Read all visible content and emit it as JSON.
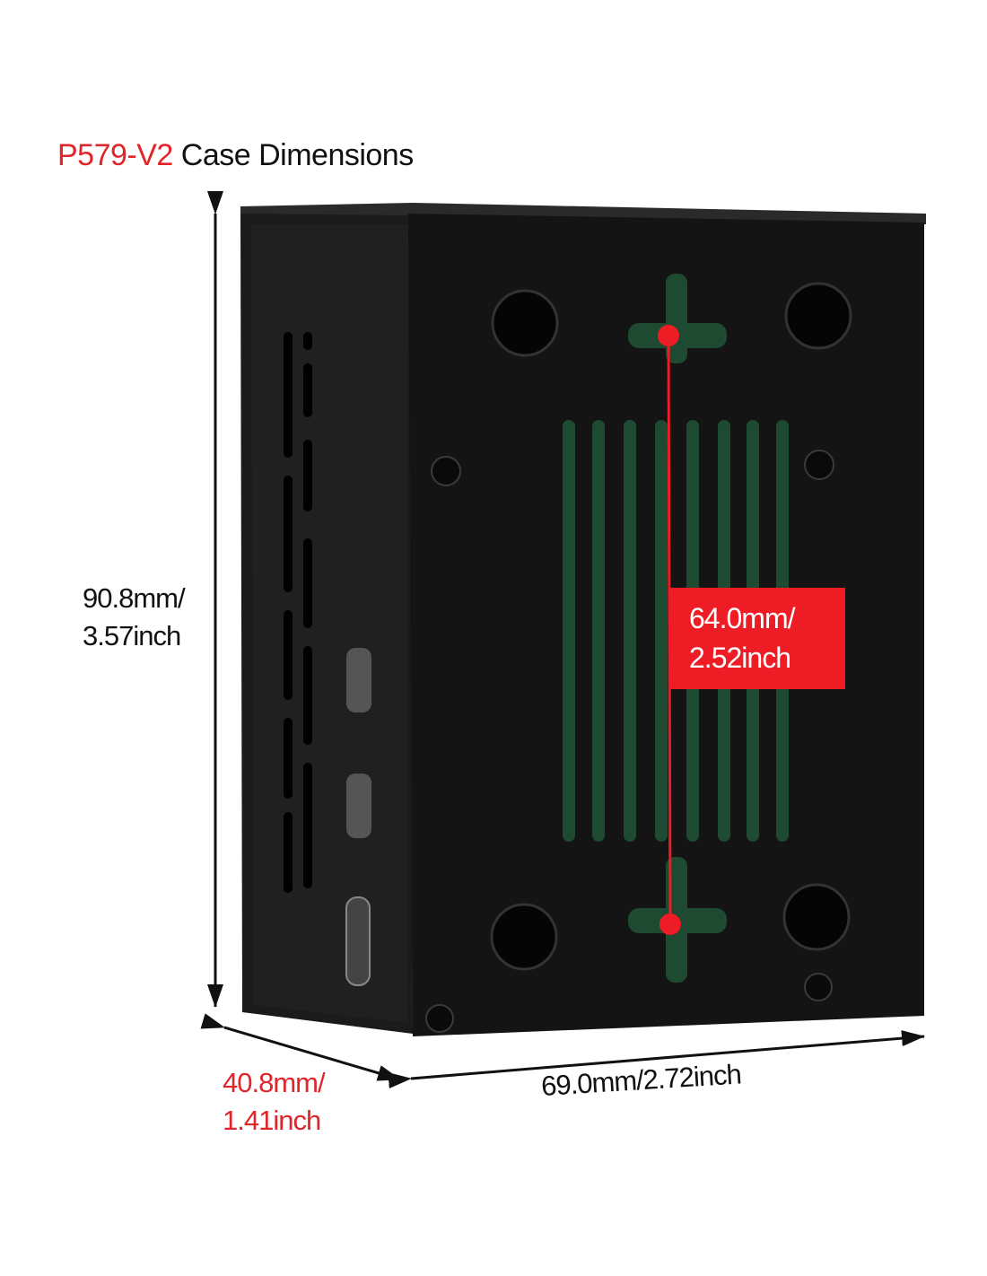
{
  "title": {
    "model": "P579-V2",
    "text": "Case Dimensions"
  },
  "dimensions": {
    "height": {
      "line1": "90.8mm/",
      "line2": "3.57inch"
    },
    "depth": {
      "line1": "40.8mm/",
      "line2": "1.41inch"
    },
    "width": {
      "text": "69.0mm/2.72inch"
    },
    "hole_spacing": {
      "line1": "64.0mm/",
      "line2": "2.52inch"
    }
  },
  "colors": {
    "accent": "#e0252b",
    "case": "#151515",
    "label_box": "#ee1c24"
  }
}
